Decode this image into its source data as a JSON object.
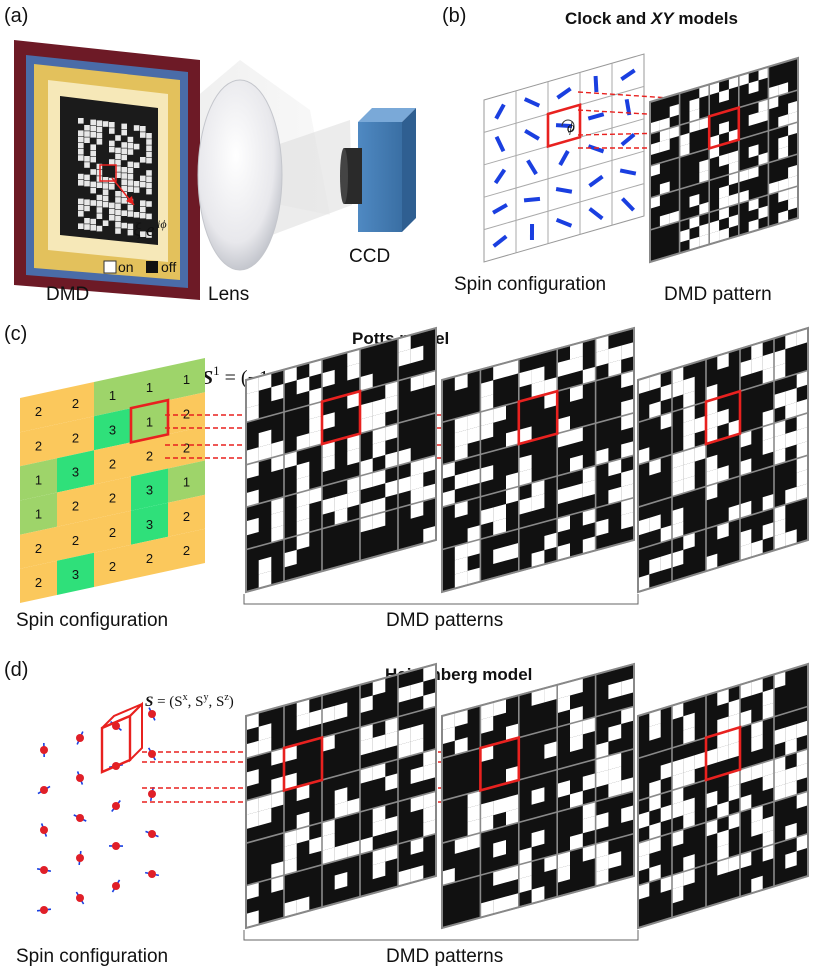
{
  "panel_a": {
    "tag": "(a)",
    "dmd_label": "DMD",
    "lens_label": "Lens",
    "ccd_label": "CCD",
    "legend_on": "on",
    "legend_off": "off",
    "xi": "ξ",
    "e": "e",
    "iphi": "iϕ"
  },
  "panel_b": {
    "tag": "(b)",
    "title_pre": "Clock and ",
    "title_xy": "XY",
    "title_post": " models",
    "spin_label": "Spin configuration",
    "dmd_label": "DMD pattern",
    "phi": "ϕ"
  },
  "panel_c": {
    "tag": "(c)",
    "title": "Potts model",
    "spin_label": "Spin configuration",
    "dmd_label": "DMD patterns",
    "eq_S": "S",
    "eq_sup": "1",
    "eq_rest": " = (−1,1,1)",
    "grid": [
      [
        "2",
        "2",
        "1",
        "1",
        "1"
      ],
      [
        "2",
        "2",
        "3",
        "1",
        "2"
      ],
      [
        "1",
        "3",
        "2",
        "2",
        "2"
      ],
      [
        "1",
        "2",
        "2",
        "3",
        "1"
      ],
      [
        "2",
        "2",
        "2",
        "3",
        "2"
      ],
      [
        "2",
        "3",
        "2",
        "2",
        "2"
      ]
    ],
    "colors": {
      "one": "#9ed46a",
      "two": "#fbc85c",
      "three": "#2fe07a"
    }
  },
  "panel_d": {
    "tag": "(d)",
    "title": "Heisenberg model",
    "spin_label": "Spin configuration",
    "dmd_label": "DMD patterns",
    "eq_S": "S",
    "eq_rest": " = (S",
    "eq_x": "x",
    "eq_y": "y",
    "eq_z": "z"
  },
  "colors": {
    "highlight": "#e8211f",
    "arrow": "#1a3fe0",
    "spin_dot": "#e01f28",
    "frame": "#555555"
  }
}
